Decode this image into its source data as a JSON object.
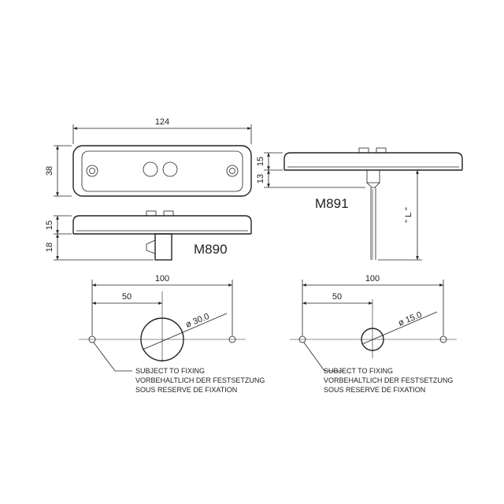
{
  "drawing": {
    "dims": {
      "width_124": "124",
      "height_38": "38",
      "side_15_left": "15",
      "side_18": "18",
      "side_15_right": "15",
      "side_13": "13",
      "length_L": "\" L \"",
      "hole_spacing_left": "100",
      "hole_offset_left": "50",
      "hole_spacing_right": "100",
      "hole_offset_right": "50",
      "diameter_left": "ø 30.0",
      "diameter_right": "ø 15.0"
    },
    "models": {
      "m890": "M890",
      "m891": "M891"
    },
    "notes_left": [
      "SUBJECT TO FIXING",
      "VORBEHALTLICH DER FESTSETZUNG",
      "SOUS RESERVE DE FIXATION"
    ],
    "notes_right": [
      "SUBJECT TO FIXING",
      "VORBEHALTLICH DER FESTSETZUNG",
      "SOUS RESERVE DE FIXATION"
    ]
  }
}
